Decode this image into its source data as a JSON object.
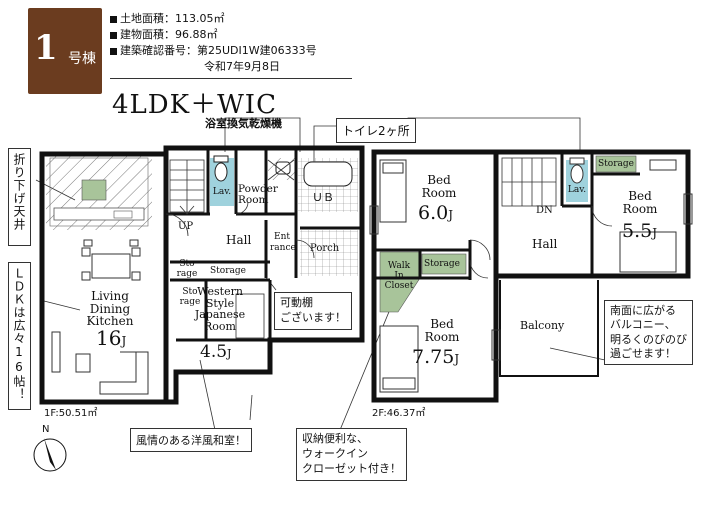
{
  "building": {
    "number": "1",
    "unit": "号棟"
  },
  "specs": [
    {
      "text": "土地面積：113.05㎡"
    },
    {
      "text": "建物面積：96.88㎡"
    },
    {
      "text": "建築確認番号：第25UDI1W建06333号"
    }
  ],
  "confirmation_date": "令和7年9月8日",
  "plan_title": "4LDK＋WIC",
  "callouts": {
    "bath_dryer": "浴室換気乾燥機",
    "two_toilets": "トイレ2ヶ所",
    "movable_shelf": "可動棚\nございます！",
    "washitsu": "風情のある洋風和室！",
    "wic": "収納便利な、\nウォークイン\nクローゼット付き！",
    "balcony": "南面に広がる\nバルコニー、\n明るくのびのび\n過ごせます！",
    "dropped_ceiling": "折り下げ天井",
    "ldk_size": "ＬＤＫは広々16帖！"
  },
  "floor1": {
    "area": "1F:50.51㎡",
    "rooms": {
      "ldk_name": "Living\nDining\nKitchen",
      "ldk_size": "16",
      "ldk_unit": "J",
      "lav": "Lav.",
      "powder": "Powder\nRoom",
      "ub": "ＵＢ",
      "hall": "Hall",
      "up": "UP",
      "entrance": "Ent\nrance",
      "porch": "Porch",
      "storage_a": "Sto\nrage",
      "storage_b": "Storage",
      "storage_c": "Sto\nrage",
      "washitsu_name": "Western\nStyle\nJapanese\nRoom",
      "washitsu_size": "4.5",
      "washitsu_unit": "J"
    }
  },
  "floor2": {
    "area": "2F:46.37㎡",
    "rooms": {
      "bed1_name": "Bed\nRoom",
      "bed1_size": "6.0",
      "bed1_unit": "J",
      "wic": "Walk\nIn\nCloset",
      "storage_a": "Storage",
      "bed2_name": "Bed\nRoom",
      "bed2_size": "7.75",
      "bed2_unit": "J",
      "dn": "DN",
      "hall": "Hall",
      "lav": "Lav.",
      "storage_b": "Storage",
      "bed3_name": "Bed\nRoom",
      "bed3_size": "5.5",
      "bed3_unit": "J",
      "balcony": "Balcony"
    }
  },
  "compass": "N",
  "colors": {
    "badge": "#6b3c1f",
    "green": "#a8c49a",
    "toilet": "#9fd2dd",
    "wall": "#111111"
  }
}
